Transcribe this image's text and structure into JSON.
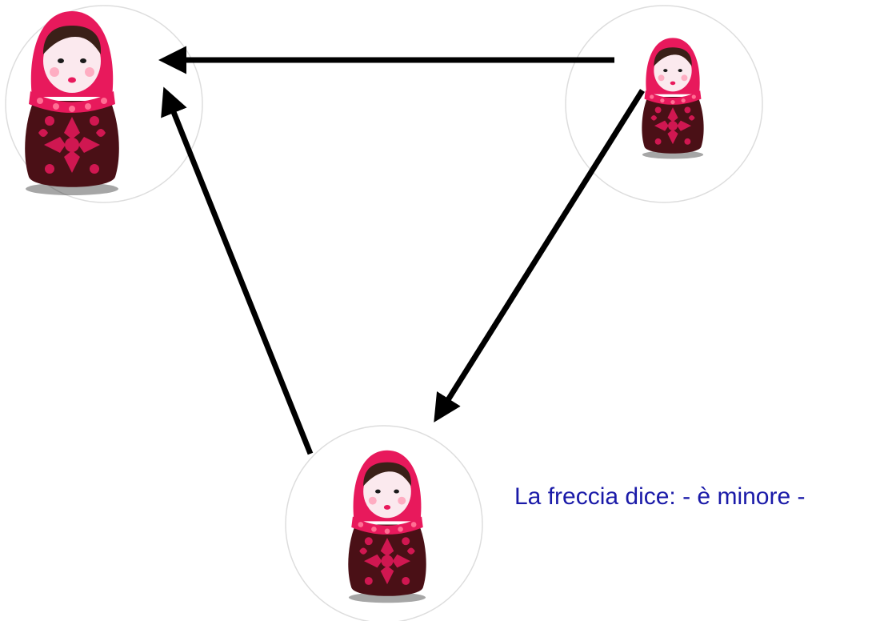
{
  "caption": {
    "text": "La freccia dice: - è minore -",
    "color": "#1a1aa8"
  },
  "colors": {
    "circle_stroke": "#dddddd",
    "arrow": "#000000",
    "doll_red": "#e8195c",
    "doll_dark": "#4a1016",
    "doll_face": "#fbe9ee",
    "doll_hair": "#3a2018"
  },
  "nodes": [
    {
      "id": "large",
      "icon": "matryoshka-doll-icon",
      "label": "large doll"
    },
    {
      "id": "small",
      "icon": "matryoshka-doll-icon",
      "label": "small doll"
    },
    {
      "id": "medium",
      "icon": "matryoshka-doll-icon",
      "label": "medium doll"
    }
  ],
  "edges": [
    {
      "from": "small",
      "to": "large"
    },
    {
      "from": "small",
      "to": "medium"
    },
    {
      "from": "medium",
      "to": "large"
    }
  ]
}
